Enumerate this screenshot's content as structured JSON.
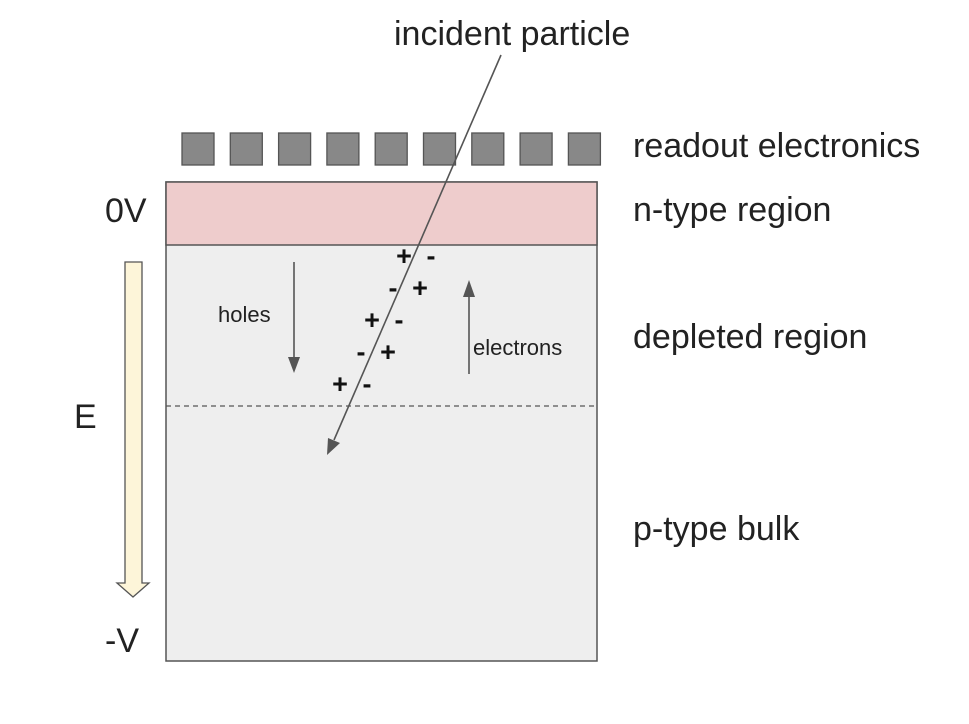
{
  "labels": {
    "incident": "incident particle",
    "readout": "readout electronics",
    "ntype": "n-type region",
    "depleted": "depleted region",
    "pbulk": "p-type bulk",
    "v0": "0V",
    "vneg": "-V",
    "field": "E",
    "holes": "holes",
    "electrons": "electrons"
  },
  "pairs": [
    {
      "left": "+",
      "right": "-"
    },
    {
      "left": "-",
      "right": "+"
    },
    {
      "left": "+",
      "right": "-"
    },
    {
      "left": "-",
      "right": "+"
    },
    {
      "left": "+",
      "right": "-"
    }
  ],
  "readout_pad_count": 9,
  "colors": {
    "n_region": "#eecccc",
    "depleted": "#eeeeee",
    "pad": "#888888",
    "field_arrow": "#fdf5d9",
    "outline": "#555555"
  }
}
